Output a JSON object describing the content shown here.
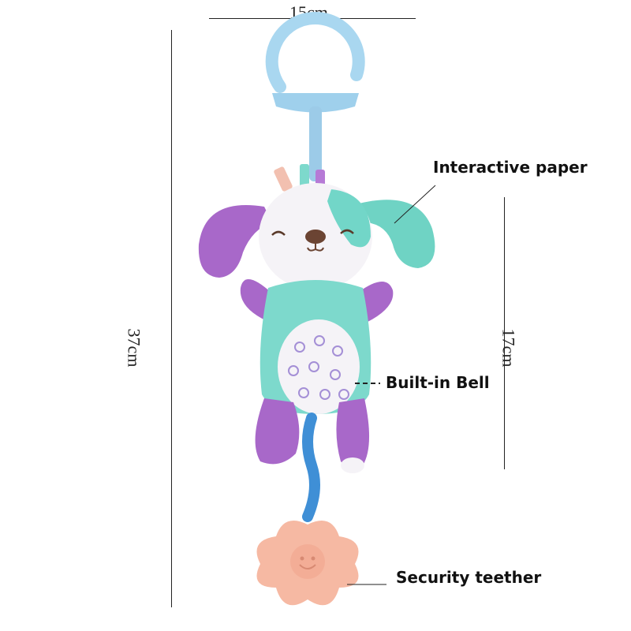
{
  "dimensions": {
    "width_label": "15cm",
    "height_label": "37cm",
    "body_label": "17cm"
  },
  "callouts": {
    "paper": "Interactive paper",
    "bell": "Built-in Bell",
    "teether": "Security teether"
  },
  "colors": {
    "ring": "#a9d7f0",
    "mint": "#7dd9cc",
    "purple": "#a868c9",
    "cream": "#f5f3f7",
    "peach": "#f6b9a3"
  }
}
